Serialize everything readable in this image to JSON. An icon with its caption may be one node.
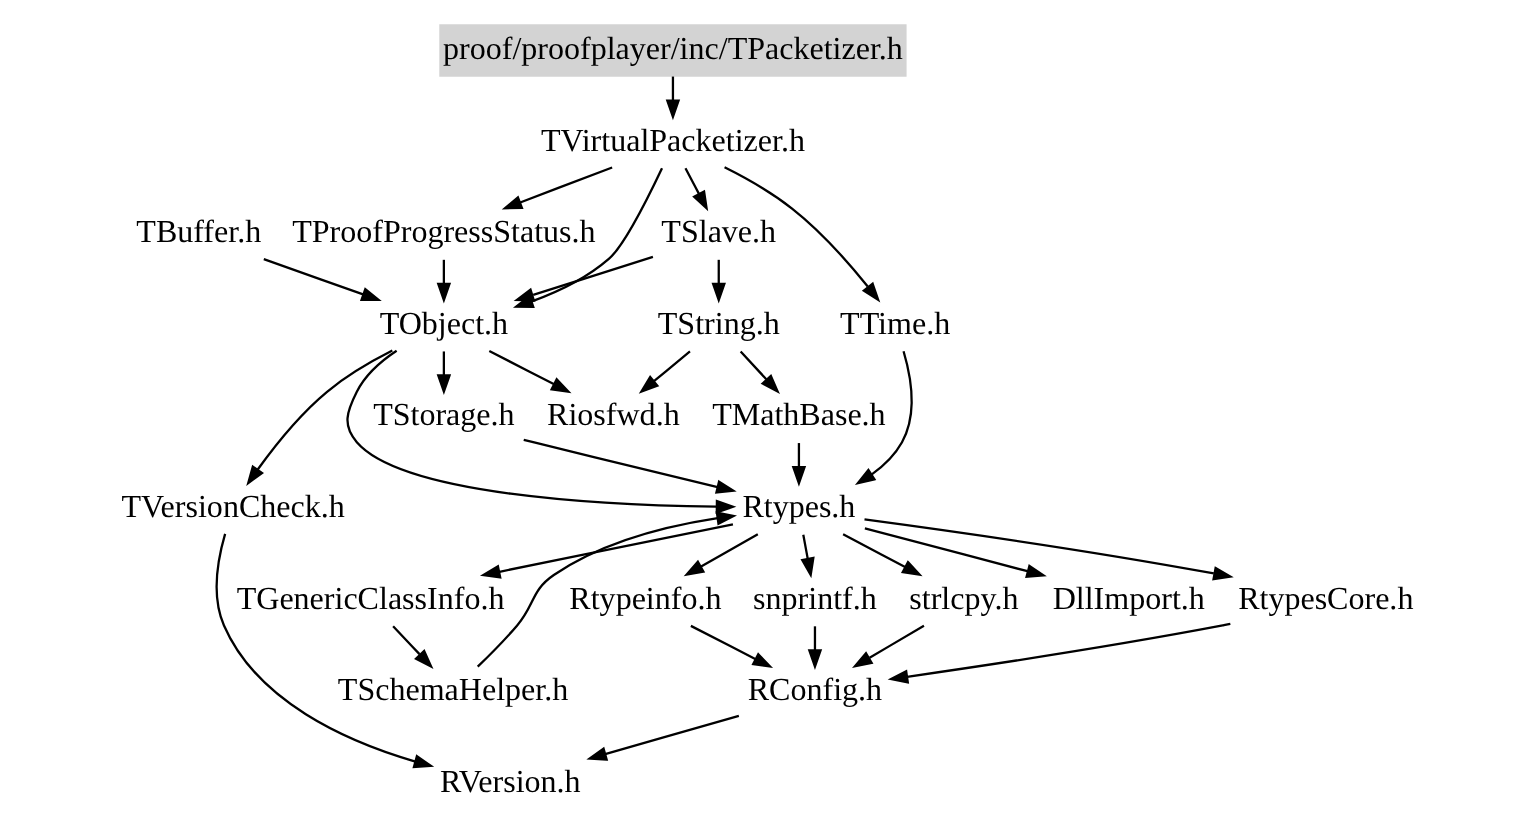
{
  "diagram": {
    "nodes": [
      {
        "text": [
          "proof/proofplayer/inc/TPacketizer.h"
        ]
      },
      {
        "text": [
          "TVirtualPacketizer.h"
        ]
      },
      {
        "text": [
          "TProofProgressStatus.h"
        ]
      },
      {
        "text": [
          "TSlave.h"
        ]
      },
      {
        "text": [
          "TObject.h"
        ]
      },
      {
        "text": [
          "TString.h"
        ]
      },
      {
        "text": [
          "TTime.h"
        ]
      },
      {
        "text": [
          "TBuffer.h"
        ]
      },
      {
        "text": [
          "TStorage.h"
        ]
      },
      {
        "text": [
          "Riosfwd.h"
        ]
      },
      {
        "text": [
          "TMathBase.h"
        ]
      },
      {
        "text": [
          "TVersionCheck.h"
        ]
      },
      {
        "text": [
          "Rtypes.h"
        ]
      },
      {
        "text": [
          "DllImport.h"
        ]
      },
      {
        "text": [
          "Rtypeinfo.h"
        ]
      },
      {
        "text": [
          "snprintf.h"
        ]
      },
      {
        "text": [
          "strlcpy.h"
        ]
      },
      {
        "text": [
          "RtypesCore.h"
        ]
      },
      {
        "text": [
          "TGenericClassInfo.h"
        ]
      },
      {
        "text": [
          "RConfig.h"
        ]
      },
      {
        "text": [
          "TSchemaHelper.h"
        ]
      },
      {
        "text": [
          "RVersion.h"
        ]
      }
    ],
    "edges": [
      {
        "from": 0,
        "to": 1,
        "arrow": "to"
      },
      {
        "from": 1,
        "to": 4,
        "arrow": "to"
      },
      {
        "from": 1,
        "to": 2,
        "arrow": "to"
      },
      {
        "from": 1,
        "to": 3,
        "arrow": "to"
      },
      {
        "from": 1,
        "to": 6,
        "arrow": "to"
      },
      {
        "from": 2,
        "to": 4,
        "arrow": "to"
      },
      {
        "from": 3,
        "to": 4,
        "arrow": "to"
      },
      {
        "from": 3,
        "to": 5,
        "arrow": "to"
      },
      {
        "from": 7,
        "to": 4,
        "arrow": "to"
      },
      {
        "from": 4,
        "to": 8,
        "arrow": "to"
      },
      {
        "from": 4,
        "to": 9,
        "arrow": "to"
      },
      {
        "from": 4,
        "to": 11,
        "arrow": "to"
      },
      {
        "from": 4,
        "to": 12,
        "arrow": "to"
      },
      {
        "from": 5,
        "to": 9,
        "arrow": "to"
      },
      {
        "from": 5,
        "to": 10,
        "arrow": "to"
      },
      {
        "from": 8,
        "to": 12,
        "arrow": "to"
      },
      {
        "from": 10,
        "to": 12,
        "arrow": "to"
      },
      {
        "from": 6,
        "to": 12,
        "arrow": "to"
      },
      {
        "from": 20,
        "to": 12,
        "arrow": "to"
      },
      {
        "from": 11,
        "to": 21,
        "arrow": "to"
      },
      {
        "from": 12,
        "to": 13,
        "arrow": "to"
      },
      {
        "from": 12,
        "to": 14,
        "arrow": "to"
      },
      {
        "from": 12,
        "to": 15,
        "arrow": "to"
      },
      {
        "from": 12,
        "to": 16,
        "arrow": "to"
      },
      {
        "from": 12,
        "to": 17,
        "arrow": "to"
      },
      {
        "from": 12,
        "to": 18,
        "arrow": "to"
      },
      {
        "from": 14,
        "to": 19,
        "arrow": "to"
      },
      {
        "from": 15,
        "to": 19,
        "arrow": "to"
      },
      {
        "from": 16,
        "to": 19,
        "arrow": "to"
      },
      {
        "from": 17,
        "to": 19,
        "arrow": "to"
      },
      {
        "from": 18,
        "to": 20,
        "arrow": "to"
      },
      {
        "from": 19,
        "to": 21,
        "arrow": "to"
      }
    ]
  }
}
